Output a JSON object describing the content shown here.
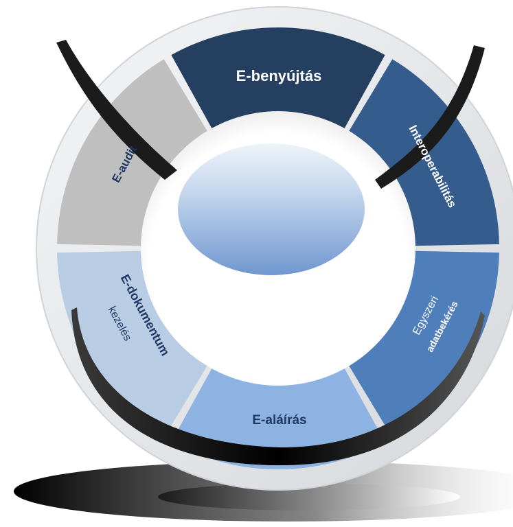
{
  "segments": [
    {
      "id": "e-benyujtas",
      "label": "E-benyújtás",
      "color": "#243f60",
      "text_color": "#ffffff"
    },
    {
      "id": "interoperabilitas",
      "label": "Interoperabilitás",
      "color": "#345d8e",
      "text_color": "#ffffff"
    },
    {
      "id": "egyszeri-adatbekeres",
      "label_line1": "Egyszeri",
      "label_line2": "adatbekérés",
      "color": "#4f7fbb",
      "text_color": "#ffffff"
    },
    {
      "id": "e-alairas",
      "label": "E-aláírás",
      "color": "#8db3e2",
      "text_color": "#1f3864"
    },
    {
      "id": "e-dokumentum-kezeles",
      "label_line1": "E-dokumentum",
      "label_line2": "kezelés",
      "color": "#b8cce4",
      "text_color": "#1f3864"
    },
    {
      "id": "e-audit",
      "label": "E-audit",
      "color": "#bfbfbf",
      "text_color": "#1f3864"
    }
  ],
  "colors": {
    "ring_outer": "#e6e8eb",
    "divider": "#f2f2f2",
    "hub_top": "#dce7f3",
    "hub_bottom": "#6f97cf",
    "swoosh": "#1a1a1a",
    "shadow": "#000000"
  }
}
